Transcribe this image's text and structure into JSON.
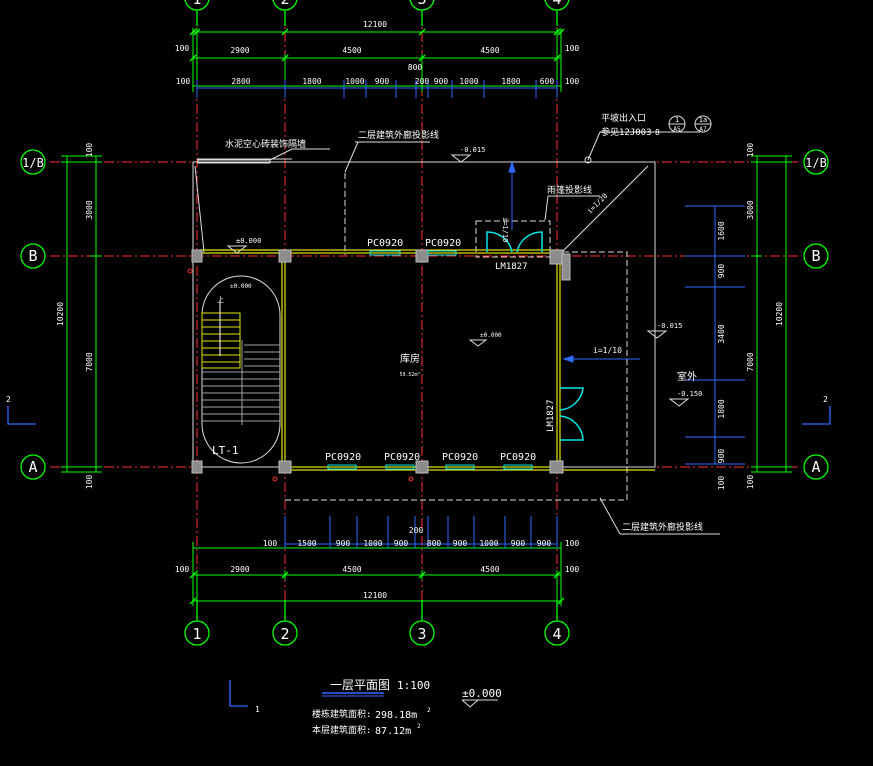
{
  "axes": {
    "vertical": [
      "1",
      "2",
      "3",
      "4"
    ],
    "horizontal": [
      "1/B",
      "B",
      "A"
    ]
  },
  "dims_top": {
    "overall": "12100",
    "row2": [
      "100",
      "2900",
      "4500",
      "4500",
      "100"
    ],
    "row3": [
      "100",
      "2800",
      "1800",
      "1000",
      "900",
      "200",
      "900",
      "1000",
      "1800",
      "600",
      "100"
    ],
    "row3_extra": "800"
  },
  "dims_bottom": {
    "overall": "12100",
    "row2": [
      "100",
      "2900",
      "4500",
      "4500",
      "100"
    ],
    "row1": [
      "100",
      "1500",
      "900",
      "1000",
      "900",
      "800",
      "900",
      "1000",
      "900",
      "900",
      "100"
    ],
    "row1_extra": "200"
  },
  "dims_left": {
    "overall": "10200",
    "row2": [
      "100",
      "3000",
      "7000",
      "100"
    ]
  },
  "dims_right": {
    "overall": "10200",
    "row2": [
      "100",
      "3000",
      "7000",
      "100"
    ],
    "row1": [
      "1600",
      "900",
      "3400",
      "1800",
      "900"
    ],
    "row1_extra": "100"
  },
  "labels": {
    "glass_wall": "水泥空心砖装饰隔墙",
    "upper_corridor_top": "二层建筑外廊投影线",
    "upper_corridor_bottom": "二层建筑外廊投影线",
    "canopy": "雨篷投影线",
    "ramp_title": "平坡出入口",
    "ramp_ref": "参见12J003",
    "ramp_ref_b": "8",
    "ramp_detail1_num": "1",
    "ramp_detail1_sheet": "A5",
    "ramp_detail2_num": "1a",
    "ramp_detail2_sheet": "A7",
    "room_name": "库房",
    "room_area": "59.52m²",
    "outdoor": "室外",
    "stair": "LT-1",
    "stair_up": "上"
  },
  "levels": {
    "top_ext": "-0.015",
    "right_ext": "-0.015",
    "outdoor_level": "-0.150",
    "corridor": "±0.000",
    "stair_landing": "±0.000",
    "room_floor": "±0.000"
  },
  "windows": {
    "top": [
      "PC0920",
      "PC0920"
    ],
    "bottom": [
      "PC0920",
      "PC0920",
      "PC0920",
      "PC0920"
    ]
  },
  "doors": {
    "top": "LM1827",
    "right": "LM1827"
  },
  "slopes": {
    "diag": "i=1/20",
    "top_ramp": "i=1/10",
    "right_ramp": "i=1/10"
  },
  "section_marks": {
    "left": "2",
    "right": "2",
    "bottom": "1"
  },
  "title_block": {
    "title": "一层平面图",
    "scale": "1:100",
    "level": "±0.000",
    "total_area_label": "楼栋建筑面积:",
    "total_area_value": "298.18m",
    "floor_area_label": "本层建筑面积:",
    "floor_area_value": "87.12m",
    "superscript": "2"
  }
}
